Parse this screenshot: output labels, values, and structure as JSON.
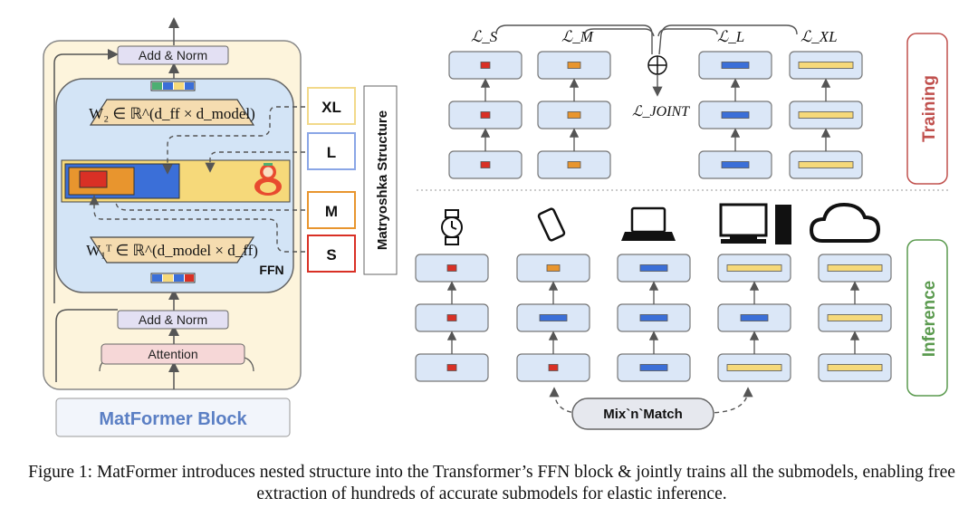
{
  "block": {
    "add_norm_top": "Add & Norm",
    "add_norm_bottom": "Add & Norm",
    "attention": "Attention",
    "w2_label": "W₂ ∈ ℝ^(d_ff × d_model)",
    "w1_label": "W₁ᵀ ∈ ℝ^(d_model × d_ff)",
    "ffn": "FFN",
    "title": "MatFormer Block"
  },
  "sizes": {
    "xl": "XL",
    "l": "L",
    "m": "M",
    "s": "S"
  },
  "matryoshka_label": "Matryoshka Structure",
  "training": {
    "label": "Training",
    "loss_s": "ℒ_S",
    "loss_m": "ℒ_M",
    "loss_l": "ℒ_L",
    "loss_xl": "ℒ_XL",
    "loss_joint": "ℒ_JOINT",
    "plus": "⊕"
  },
  "inference": {
    "label": "Inference",
    "devices": [
      "watch-icon",
      "phone-icon",
      "laptop-icon",
      "desktop-icon",
      "cloud-icon"
    ],
    "mix_n_match": "Mix`n`Match"
  },
  "colors": {
    "s": "#d93025",
    "m": "#e8952e",
    "l": "#3b6fd8",
    "xl": "#f6d97a"
  },
  "caption": "Figure 1: MatFormer introduces nested structure into the Transformer’s FFN block & jointly trains all the submodels, enabling free extraction of hundreds of accurate submodels for elastic inference."
}
